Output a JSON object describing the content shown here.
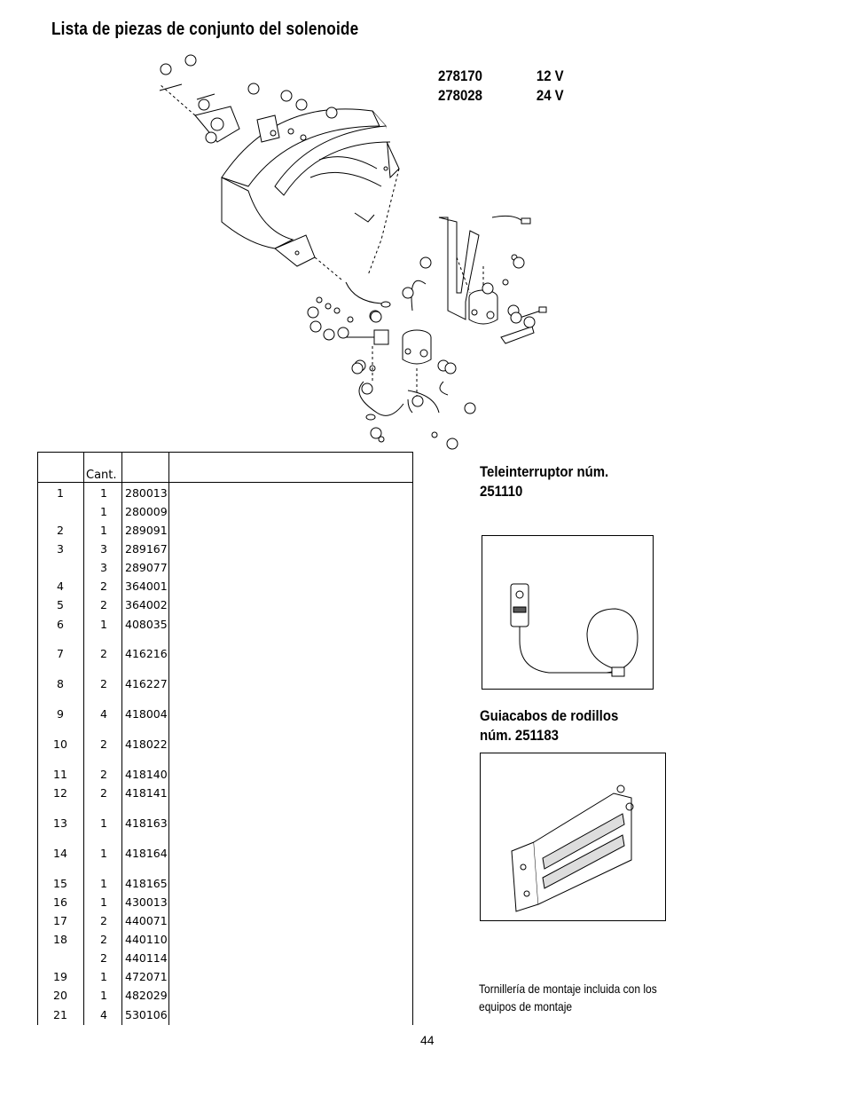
{
  "page": {
    "title": "Lista de piezas de conjunto del solenoide",
    "page_number": "44"
  },
  "models": [
    {
      "code": "278170",
      "voltage": "12 V"
    },
    {
      "code": "278028",
      "voltage": "24 V"
    }
  ],
  "parts_table": {
    "qty_header": "Cant.",
    "rows": [
      {
        "item": "1",
        "qty": "1",
        "part": "280013"
      },
      {
        "item": "",
        "qty": "1",
        "part": "280009"
      },
      {
        "item": "2",
        "qty": "1",
        "part": "289091"
      },
      {
        "item": "3",
        "qty": "3",
        "part": "289167"
      },
      {
        "item": "",
        "qty": "3",
        "part": "289077"
      },
      {
        "item": "4",
        "qty": "2",
        "part": "364001"
      },
      {
        "item": "5",
        "qty": "2",
        "part": "364002"
      },
      {
        "item": "6",
        "qty": "1",
        "part": "408035"
      },
      {
        "item": "7",
        "qty": "2",
        "part": "416216"
      },
      {
        "item": "8",
        "qty": "2",
        "part": "416227"
      },
      {
        "item": "9",
        "qty": "4",
        "part": "418004"
      },
      {
        "item": "10",
        "qty": "2",
        "part": "418022"
      },
      {
        "item": "11",
        "qty": "2",
        "part": "418140"
      },
      {
        "item": "12",
        "qty": "2",
        "part": "418141"
      },
      {
        "item": "13",
        "qty": "1",
        "part": "418163"
      },
      {
        "item": "14",
        "qty": "1",
        "part": "418164"
      },
      {
        "item": "15",
        "qty": "1",
        "part": "418165"
      },
      {
        "item": "16",
        "qty": "1",
        "part": "430013"
      },
      {
        "item": "17",
        "qty": "2",
        "part": "440071"
      },
      {
        "item": "18",
        "qty": "2",
        "part": "440110"
      },
      {
        "item": "",
        "qty": "2",
        "part": "440114"
      },
      {
        "item": "19",
        "qty": "1",
        "part": "472071"
      },
      {
        "item": "20",
        "qty": "1",
        "part": "482029"
      },
      {
        "item": "21",
        "qty": "4",
        "part": "530106"
      }
    ]
  },
  "remote_switch": {
    "line1": "Teleinterruptor núm.",
    "line2": "251110"
  },
  "roller_fairlead": {
    "line1": "Guiacabos de rodillos",
    "line2": "núm. 251183"
  },
  "note": {
    "line1": "Tornillería de montaje incluida con los",
    "line2": "equipos de montaje"
  }
}
